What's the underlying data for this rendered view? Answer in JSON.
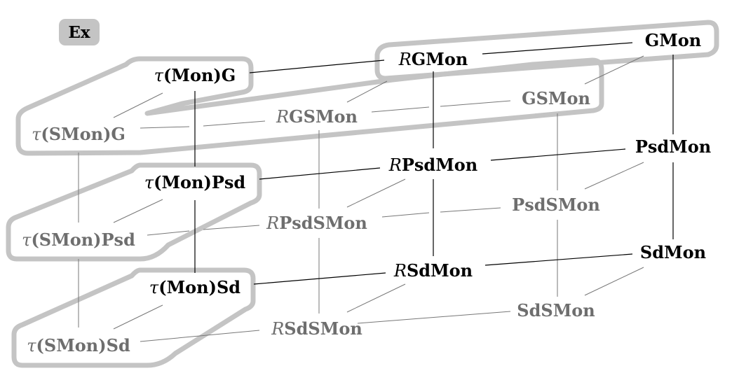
{
  "badge": "Ex",
  "colors": {
    "front": "#000000",
    "back": "#6e6e6e",
    "highlight": "#c4c4c4"
  },
  "nodes": {
    "tau_mon_g": {
      "prefix": "τ",
      "main": "(Mon)G"
    },
    "tau_smon_g": {
      "prefix": "τ",
      "main": "(SMon)G"
    },
    "tau_mon_psd": {
      "prefix": "τ",
      "main": "(Mon)Psd"
    },
    "tau_smon_psd": {
      "prefix": "τ",
      "main": "(SMon)Psd"
    },
    "tau_mon_sd": {
      "prefix": "τ",
      "main": "(Mon)Sd"
    },
    "tau_smon_sd": {
      "prefix": "τ",
      "main": "(SMon)Sd"
    },
    "r_gmon": {
      "prefix": "R",
      "main": "GMon"
    },
    "r_gsmon": {
      "prefix": "R",
      "main": "GSMon"
    },
    "r_psdmon": {
      "prefix": "R",
      "main": "PsdMon"
    },
    "r_psdsmon": {
      "prefix": "R",
      "main": "PsdSMon"
    },
    "r_sdmon": {
      "prefix": "R",
      "main": "SdMon"
    },
    "r_sdsmon": {
      "prefix": "R",
      "main": "SdSMon"
    },
    "gmon": {
      "main": "GMon"
    },
    "gsmon": {
      "main": "GSMon"
    },
    "psdmon": {
      "main": "PsdMon"
    },
    "psdsmon": {
      "main": "PsdSMon"
    },
    "sdmon": {
      "main": "SdMon"
    },
    "sdsmon": {
      "main": "SdSMon"
    }
  }
}
